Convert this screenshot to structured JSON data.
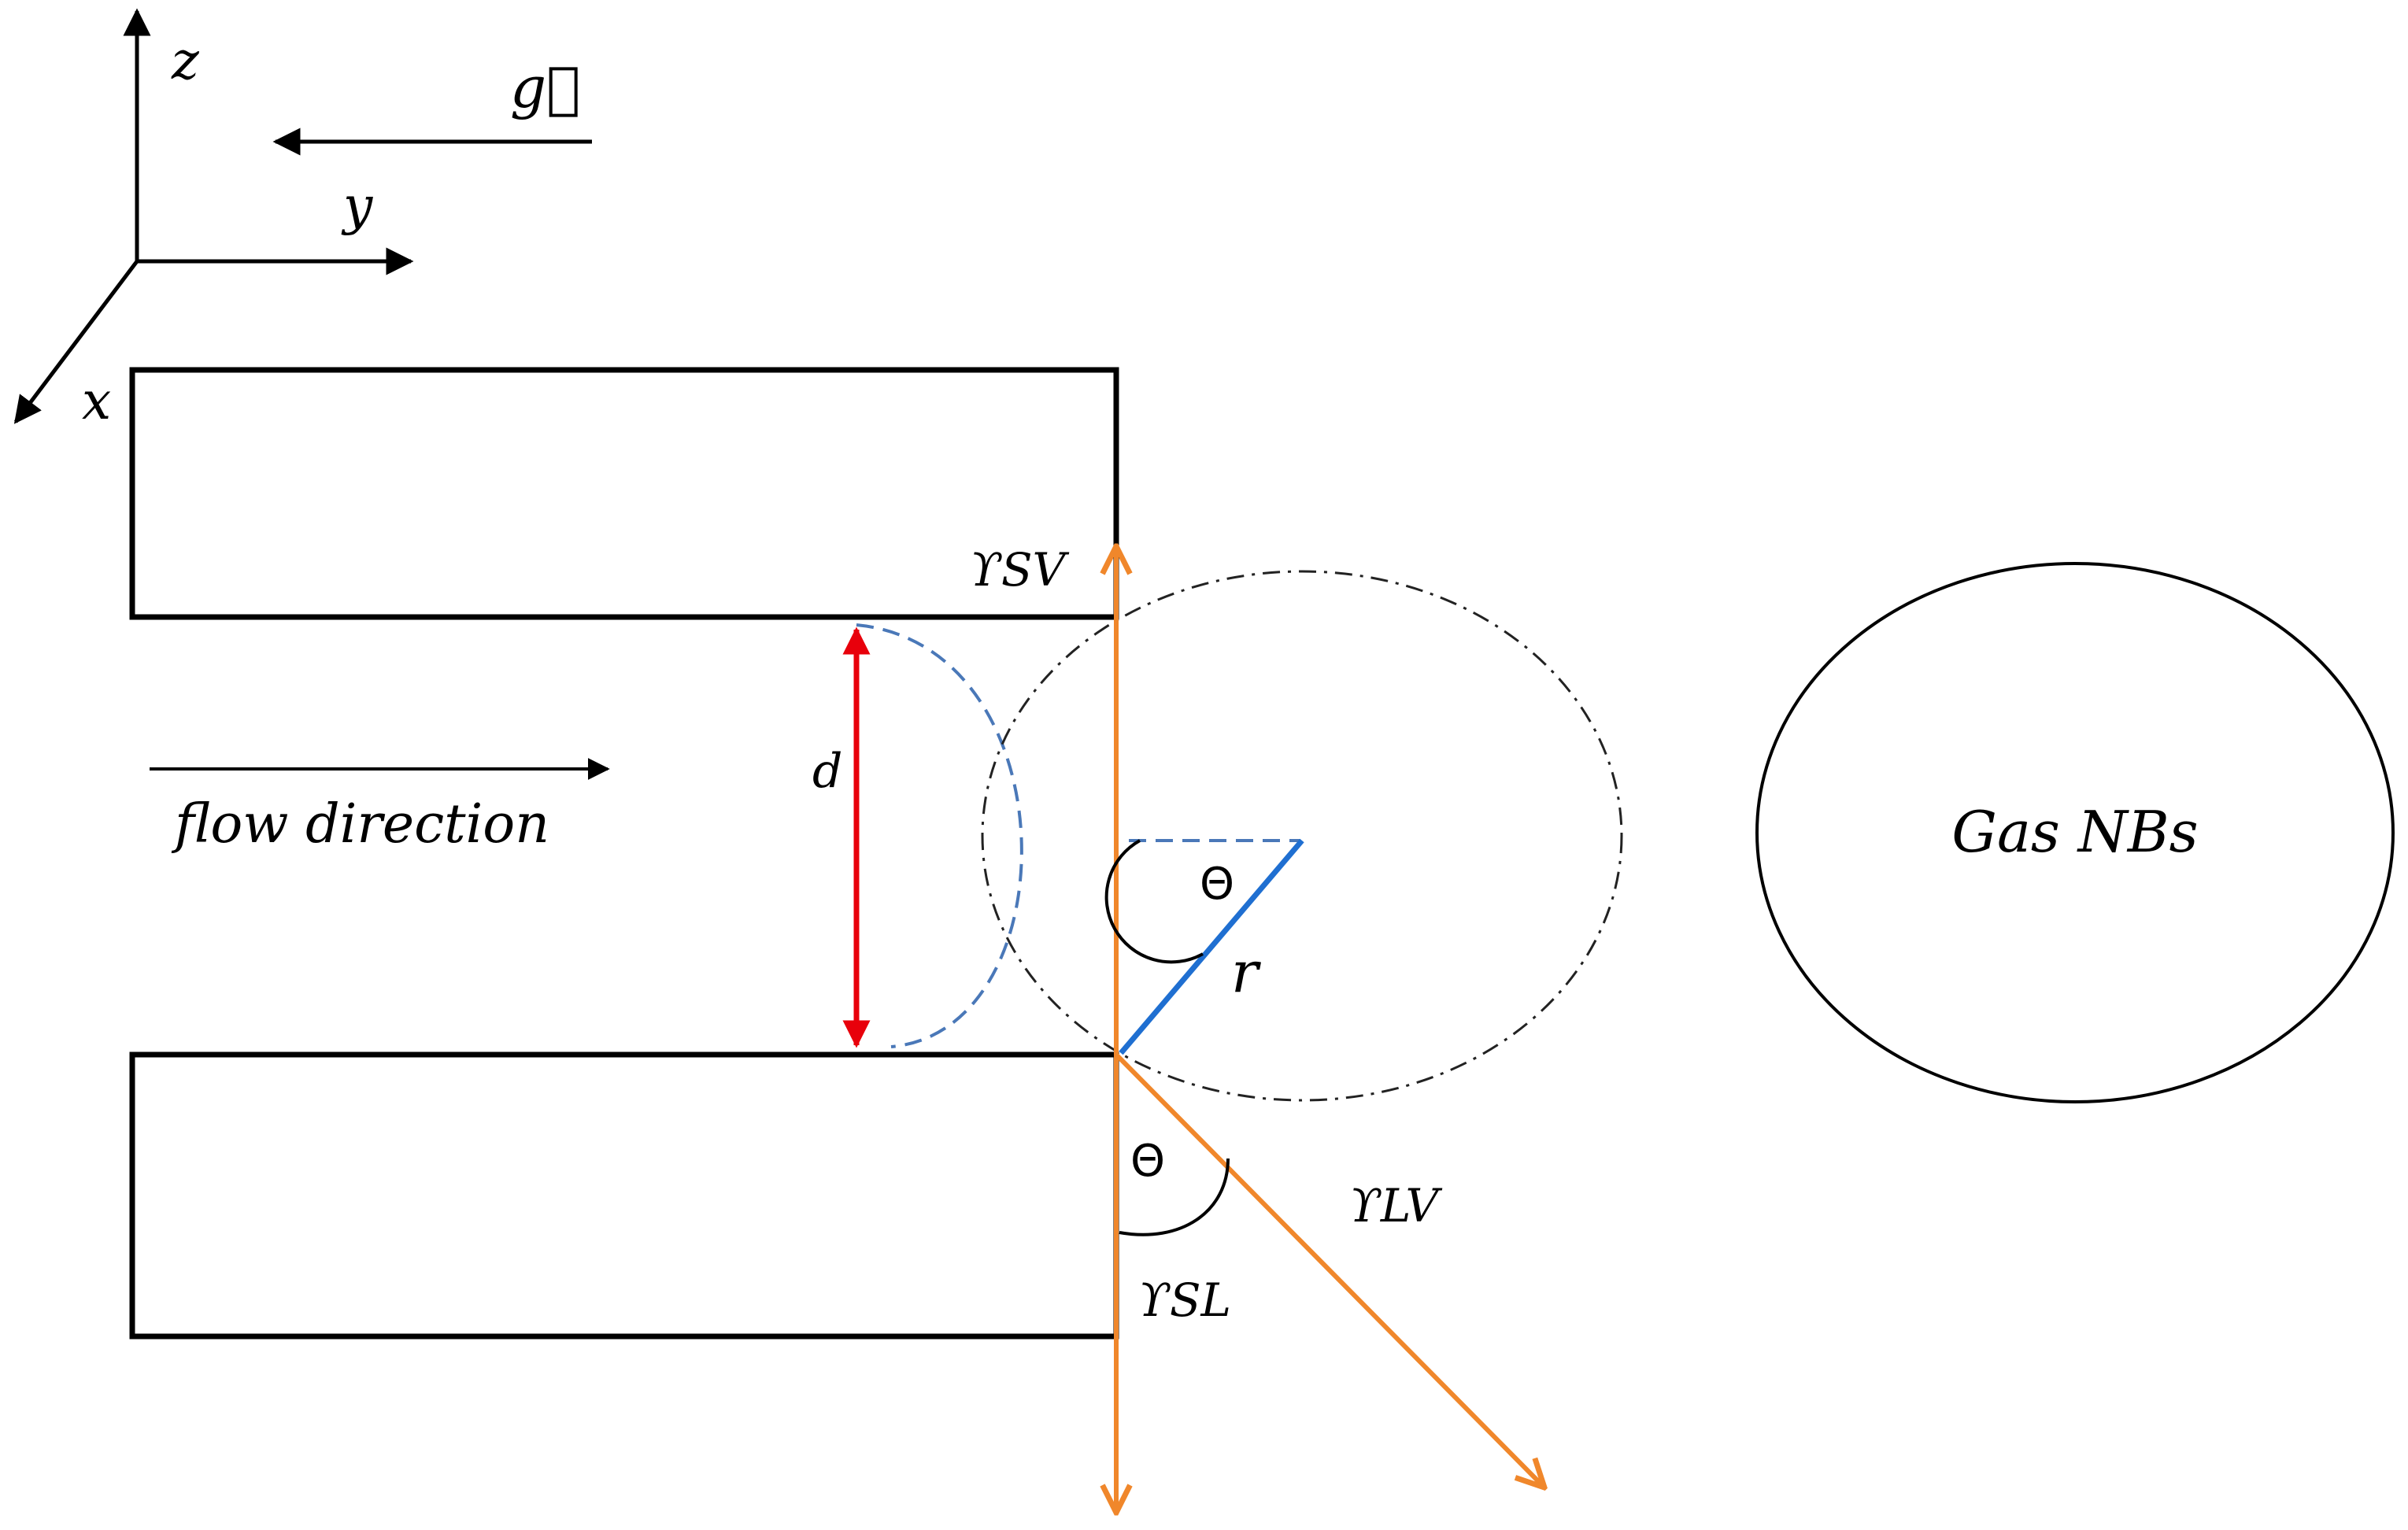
{
  "axes": {
    "z": "z",
    "y": "y",
    "x": "x"
  },
  "gravity_label": "g⃗",
  "flow_label": "flow direction",
  "gap_label": "d",
  "radius_label": "r",
  "theta_label": "Θ",
  "gamma_sv": "ϒSV",
  "gamma_lv": "ϒLV",
  "gamma_sl": "ϒSL",
  "bubble_label": "Gas NBs",
  "colors": {
    "outline": "#000000",
    "gap_arrow": "#e8000b",
    "radius": "#1f6fd1",
    "meniscus": "#4a78b8",
    "tension_vectors": "#f0872b"
  }
}
